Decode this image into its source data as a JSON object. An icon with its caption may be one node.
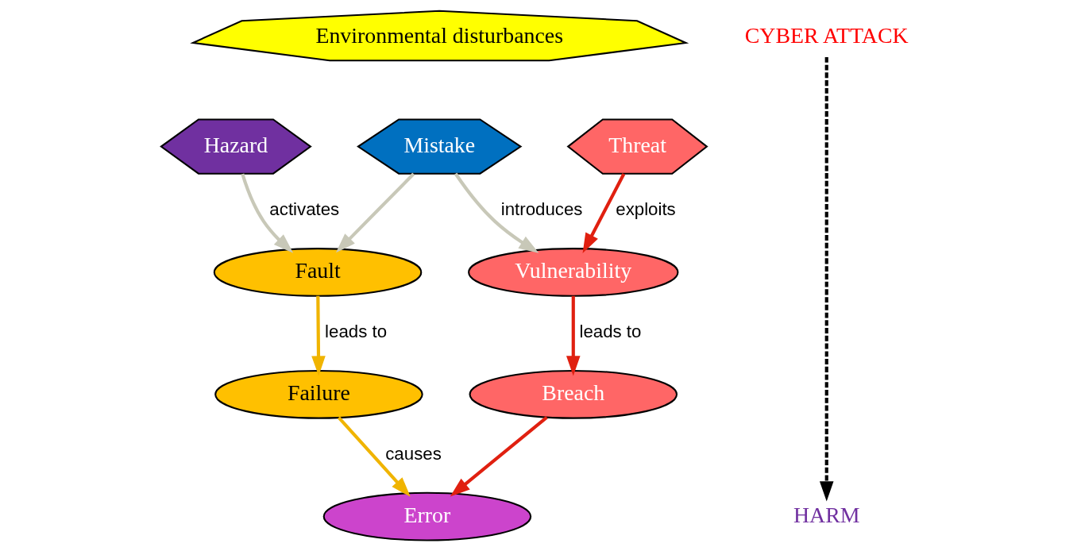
{
  "diagram": {
    "nodes": [
      {
        "text": [
          "Environmental disturbances"
        ]
      },
      {
        "text": [
          "Hazard"
        ]
      },
      {
        "text": [
          "Mistake"
        ]
      },
      {
        "text": [
          "Threat"
        ]
      },
      {
        "text": [
          "CYBER ATTACK"
        ]
      },
      {
        "text": [
          "Fault"
        ]
      },
      {
        "text": [
          "Vulnerability"
        ]
      },
      {
        "text": [
          "Failure"
        ]
      },
      {
        "text": [
          "Breach"
        ]
      },
      {
        "text": [
          "Error"
        ]
      },
      {
        "text": [
          "HARM"
        ]
      }
    ],
    "edges": [
      {
        "from": 1,
        "to": 5,
        "arrow": "to",
        "label": "activates",
        "color": "#c8c8b8"
      },
      {
        "from": 2,
        "to": 5,
        "arrow": "to",
        "color": "#c8c8b8"
      },
      {
        "from": 2,
        "to": 6,
        "arrow": "to",
        "label": "introduces",
        "color": "#c8c8b8"
      },
      {
        "from": 3,
        "to": 6,
        "arrow": "to",
        "label": "exploits",
        "color": "#e02010"
      },
      {
        "from": 5,
        "to": 7,
        "arrow": "to",
        "label": "leads to",
        "color": "#f0b400"
      },
      {
        "from": 6,
        "to": 8,
        "arrow": "to",
        "label": "leads to",
        "color": "#e02010"
      },
      {
        "from": 7,
        "to": 9,
        "arrow": "to",
        "label": "causes",
        "color": "#f0b400"
      },
      {
        "from": 8,
        "to": 9,
        "arrow": "to",
        "color": "#e02010"
      },
      {
        "from": 4,
        "to": 10,
        "arrow": "to",
        "style": "dashed",
        "color": "#000000"
      }
    ]
  }
}
